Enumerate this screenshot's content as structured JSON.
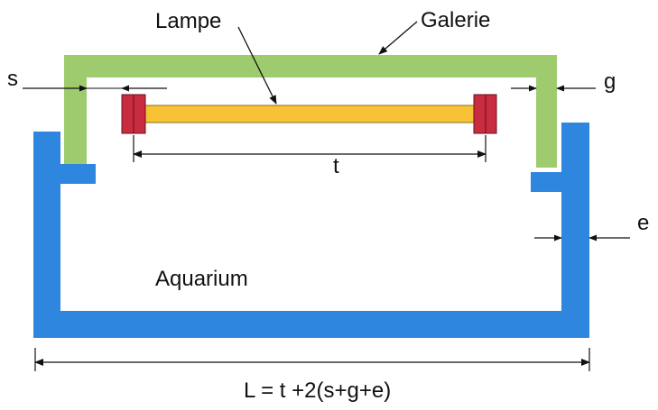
{
  "labels": {
    "lampe": "Lampe",
    "galerie": "Galerie",
    "s": "s",
    "g": "g",
    "t": "t",
    "e": "e",
    "aquarium": "Aquarium",
    "formula": "L = t +2(s+g+e)"
  },
  "colors": {
    "galerie": "#9fcb6f",
    "aquarium": "#2f86de",
    "lamp_tube": "#f7c235",
    "lamp_caps": "#c72c3f",
    "lines": "#111111",
    "background": "#ffffff"
  }
}
